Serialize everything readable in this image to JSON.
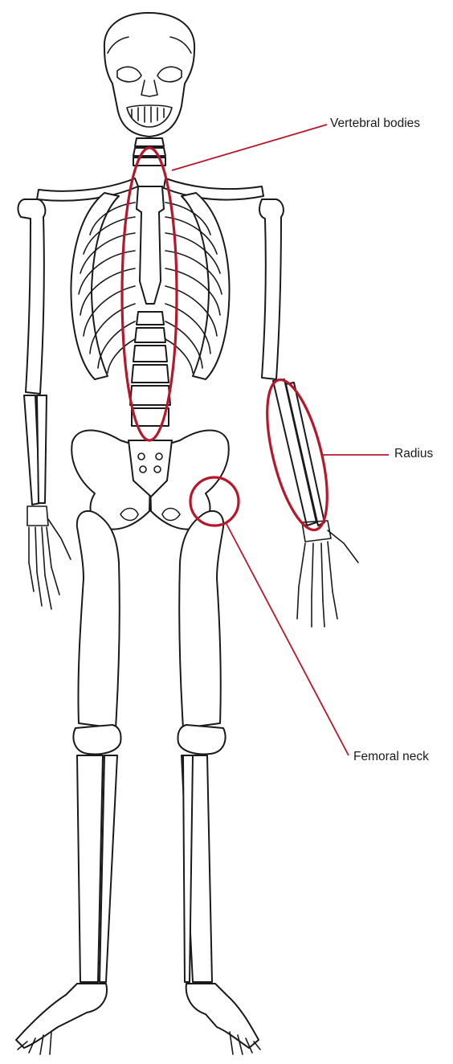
{
  "colors": {
    "highlight": "#b8162b",
    "bone_outline": "#1a1a1a",
    "label_text": "#1a1a1a"
  },
  "labels": {
    "vertebral_bodies": "Vertebral bodies",
    "radius": "Radius",
    "femoral_neck": "Femoral neck"
  }
}
